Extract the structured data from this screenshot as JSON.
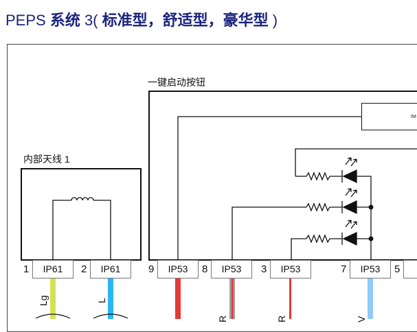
{
  "title": {
    "prefix": "PEPS ",
    "bold1": "系统",
    "mid": " 3( ",
    "bold2": "标准型，舒适型，豪华型",
    "suffix": " )"
  },
  "components": {
    "antenna_label": "内部天线 1",
    "button_label": "一键启动按钮",
    "im_label": "IM"
  },
  "connectors": [
    {
      "pin": "1",
      "name": "IP61"
    },
    {
      "pin": "2",
      "name": "IP61"
    },
    {
      "pin": "9",
      "name": "IP53"
    },
    {
      "pin": "8",
      "name": "IP53"
    },
    {
      "pin": "3",
      "name": "IP53"
    },
    {
      "pin": "7",
      "name": "IP53"
    },
    {
      "pin": "5",
      "name": ""
    }
  ],
  "wires": [
    {
      "label": "Lg",
      "color": "#d4e157"
    },
    {
      "label": "L",
      "color": "#29b6f6"
    },
    {
      "label": "",
      "color": "#e53935"
    },
    {
      "label": "R",
      "color": "#888888"
    },
    {
      "label": "R",
      "color": "#e53935"
    },
    {
      "label": "V",
      "color": "#90caf9"
    }
  ]
}
